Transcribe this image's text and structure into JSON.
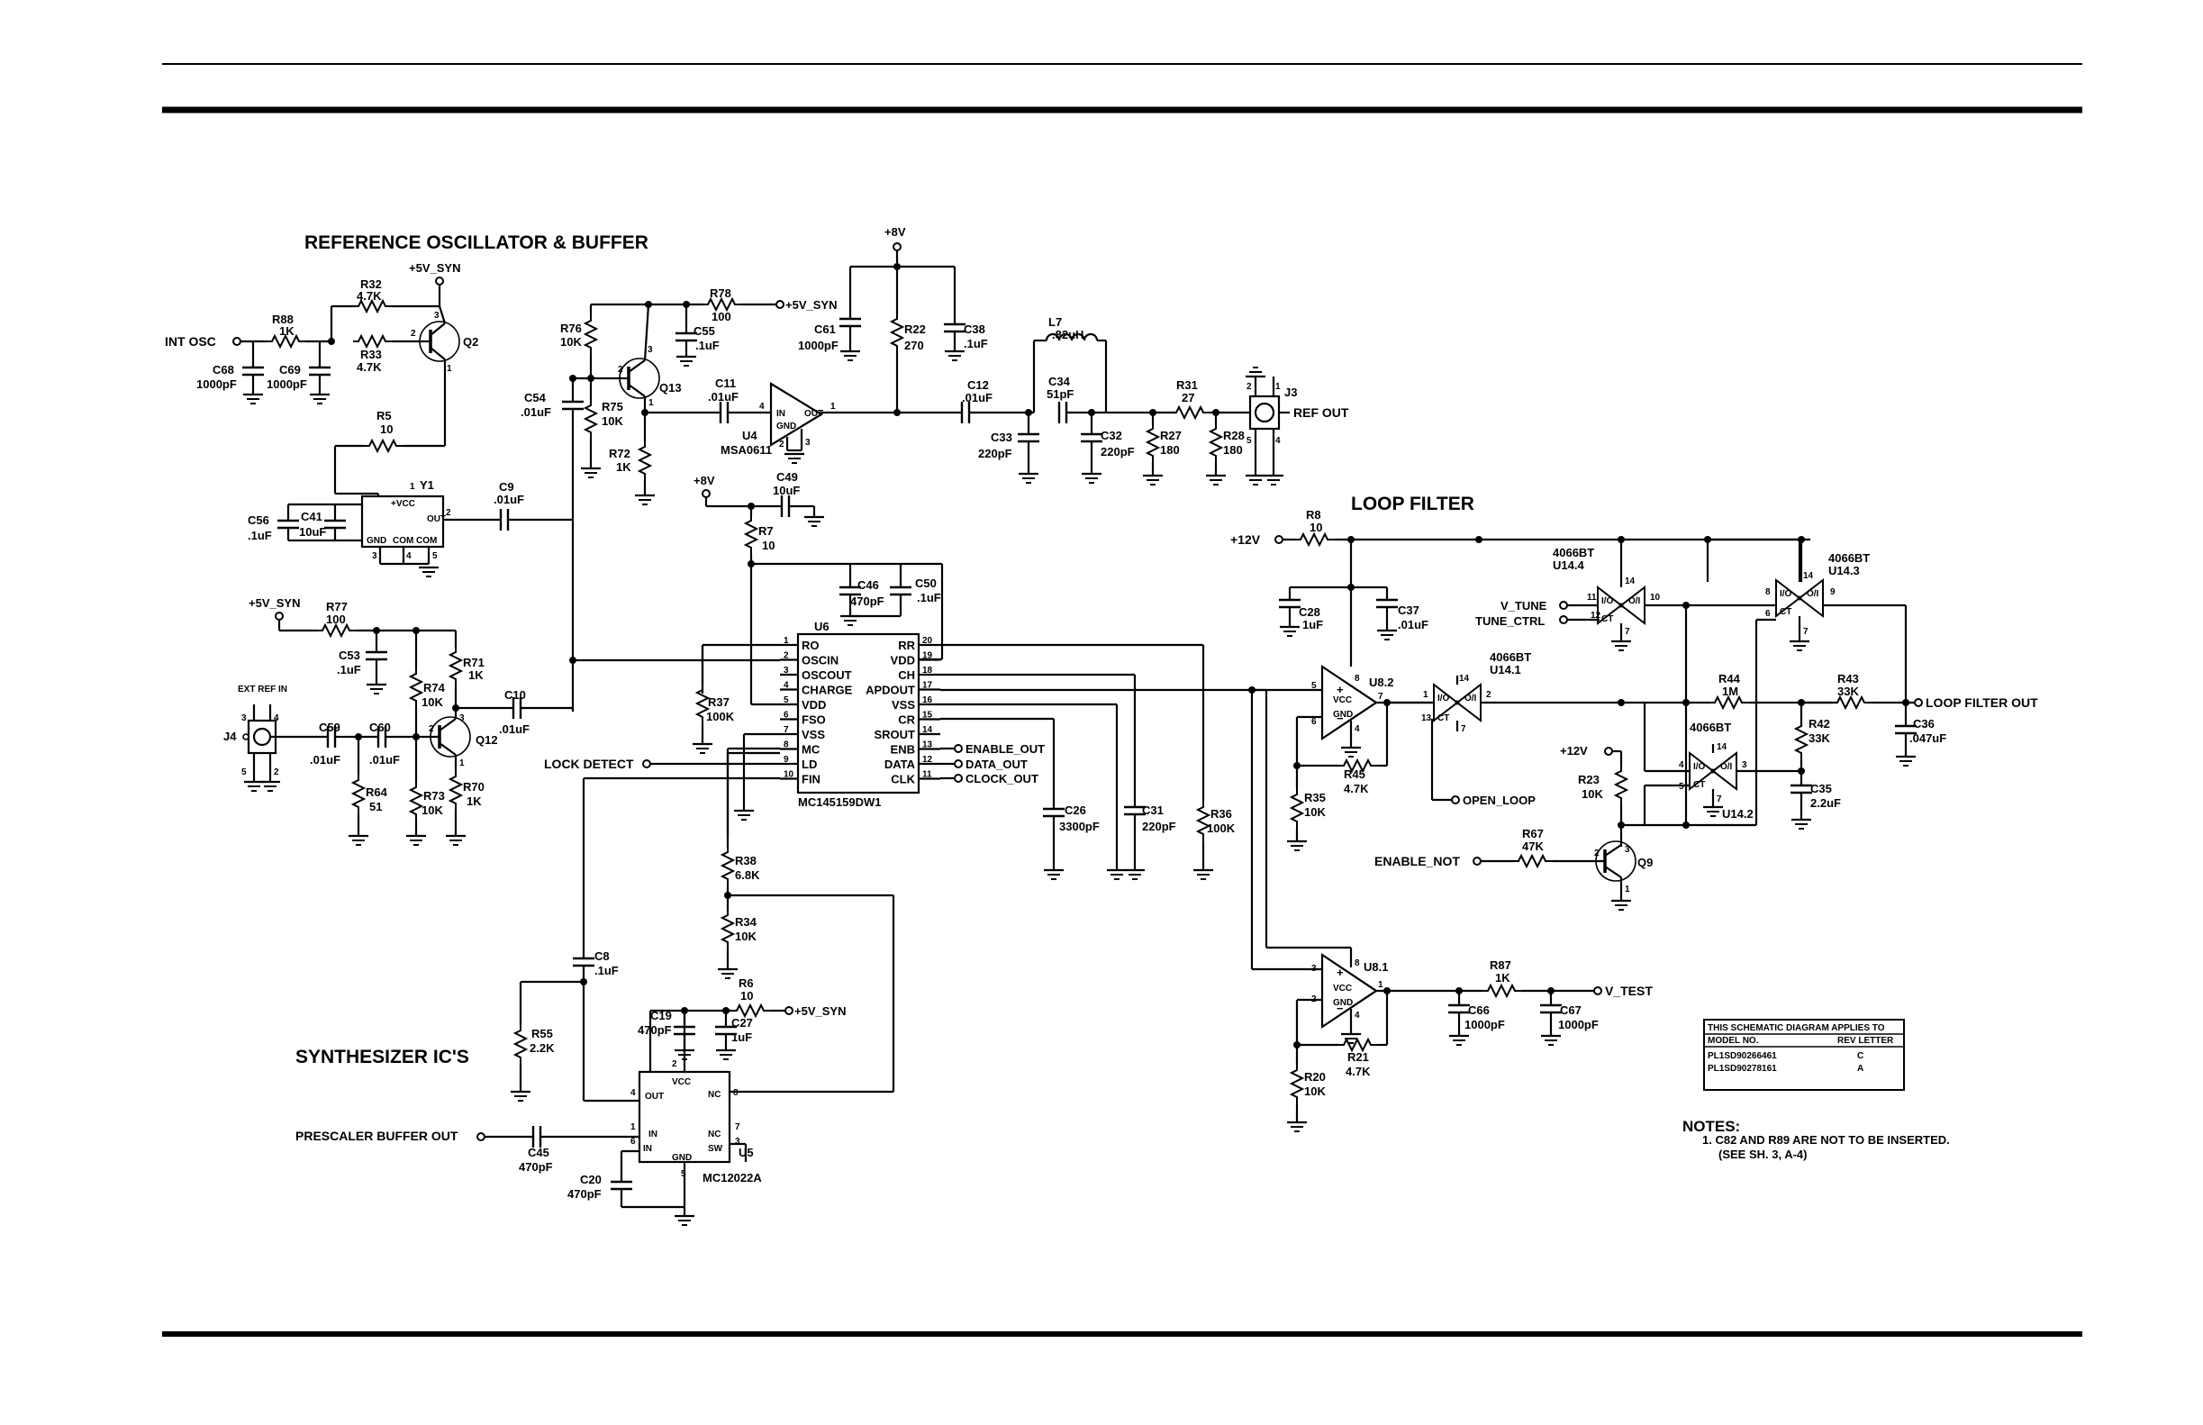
{
  "sections": {
    "ref_osc": "REFERENCE OSCILLATOR & BUFFER",
    "loop_filter": "LOOP FILTER",
    "synth": "SYNTHESIZER IC'S"
  },
  "nets": {
    "int_osc": "INT OSC",
    "p5v_syn_q2": "+5V_SYN",
    "p5v_syn_r78": "+5V_SYN",
    "p5v_syn_r77": "+5V_SYN",
    "p5v_syn_r6": "+5V_SYN",
    "p8v_top": "+8V",
    "p8v_r7": "+8V",
    "p12v_r8": "+12V",
    "p12v_r23": "+12V",
    "ref_out": "REF OUT",
    "ext_ref_in": "EXT REF IN",
    "lock_detect": "LOCK DETECT",
    "enable_out": "ENABLE_OUT",
    "data_out": "DATA_OUT",
    "clock_out": "CLOCK_OUT",
    "v_tune": "V_TUNE",
    "tune_ctrl": "TUNE_CTRL",
    "open_loop": "OPEN_LOOP",
    "enable_not": "ENABLE_NOT",
    "loop_filter_out": "LOOP FILTER OUT",
    "v_test": "V_TEST",
    "prescaler": "PRESCALER BUFFER OUT"
  },
  "components": {
    "r32": [
      "R32",
      "4.7K"
    ],
    "r88": [
      "R88",
      "1K"
    ],
    "r33": [
      "R33",
      "4.7K"
    ],
    "r5": [
      "R5",
      "10"
    ],
    "c68": [
      "C68",
      "1000pF"
    ],
    "c69": [
      "C69",
      "1000pF"
    ],
    "q2": [
      "Q2",
      ""
    ],
    "c56": [
      "C56",
      ".1uF"
    ],
    "c41": [
      "C41",
      "10uF"
    ],
    "y1": [
      "Y1",
      ""
    ],
    "c9": [
      "C9",
      ".01uF"
    ],
    "r76": [
      "R76",
      "10K"
    ],
    "r75": [
      "R75",
      "10K"
    ],
    "r72": [
      "R72",
      "1K"
    ],
    "q13": [
      "Q13",
      ""
    ],
    "r78": [
      "R78",
      "100"
    ],
    "c55": [
      "C55",
      ".1uF"
    ],
    "c54": [
      "C54",
      ".01uF"
    ],
    "c11": [
      "C11",
      ".01uF"
    ],
    "u4": [
      "U4",
      "MSA0611"
    ],
    "c61": [
      "C61",
      "1000pF"
    ],
    "r22": [
      "R22",
      "270"
    ],
    "c38": [
      "C38",
      ".1uF"
    ],
    "c12": [
      "C12",
      ".01uF"
    ],
    "l7": [
      "L7",
      ".82uH"
    ],
    "c34": [
      "C34",
      "51pF"
    ],
    "c33": [
      "C33",
      "220pF"
    ],
    "c32": [
      "C32",
      "220pF"
    ],
    "r31": [
      "R31",
      "27"
    ],
    "r27": [
      "R27",
      "180"
    ],
    "r28": [
      "R28",
      "180"
    ],
    "j3": [
      "J3",
      ""
    ],
    "r7": [
      "R7",
      "10"
    ],
    "c49": [
      "C49",
      "10uF"
    ],
    "c46": [
      "C46",
      "470pF"
    ],
    "c50": [
      "C50",
      ".1uF"
    ],
    "u6": [
      "U6",
      "MC145159DW1"
    ],
    "r37": [
      "R37",
      "100K"
    ],
    "r77": [
      "R77",
      "100"
    ],
    "c53": [
      "C53",
      ".1uF"
    ],
    "r71": [
      "R71",
      "1K"
    ],
    "r74": [
      "R74",
      "10K"
    ],
    "c10": [
      "C10",
      ".01uF"
    ],
    "q12": [
      "Q12",
      ""
    ],
    "j4": [
      "J4",
      ""
    ],
    "c59": [
      "C59",
      ".01uF"
    ],
    "c60": [
      "C60",
      ".01uF"
    ],
    "r64": [
      "R64",
      "51"
    ],
    "r73": [
      "R73",
      "10K"
    ],
    "r70": [
      "R70",
      "1K"
    ],
    "c26": [
      "C26",
      "3300pF"
    ],
    "c31": [
      "C31",
      "220pF"
    ],
    "r36": [
      "R36",
      "100K"
    ],
    "r38": [
      "R38",
      "6.8K"
    ],
    "r34": [
      "R34",
      "10K"
    ],
    "c8": [
      "C8",
      ".1uF"
    ],
    "r55": [
      "R55",
      "2.2K"
    ],
    "r6": [
      "R6",
      "10"
    ],
    "c19": [
      "C19",
      "470pF"
    ],
    "c27": [
      "C27",
      "1uF"
    ],
    "u5": [
      "U5",
      "MC12022A"
    ],
    "c45": [
      "C45",
      "470pF"
    ],
    "c20": [
      "C20",
      "470pF"
    ],
    "r8": [
      "R8",
      "10"
    ],
    "c28": [
      "C28",
      "1uF"
    ],
    "c37": [
      "C37",
      ".01uF"
    ],
    "u8_2": [
      "U8.2",
      ""
    ],
    "r35": [
      "R35",
      "10K"
    ],
    "r45": [
      "R45",
      "4.7K"
    ],
    "u14_1": [
      "U14.1",
      "4066BT"
    ],
    "u14_4": [
      "U14.4",
      "4066BT"
    ],
    "u14_3": [
      "U14.3",
      "4066BT"
    ],
    "u14_2": [
      "U14.2",
      "4066BT"
    ],
    "r44": [
      "R44",
      "1M"
    ],
    "r43": [
      "R43",
      "33K"
    ],
    "r42": [
      "R42",
      "33K"
    ],
    "c36": [
      "C36",
      ".047uF"
    ],
    "c35": [
      "C35",
      "2.2uF"
    ],
    "r23": [
      "R23",
      "10K"
    ],
    "r67": [
      "R67",
      "47K"
    ],
    "q9": [
      "Q9",
      ""
    ],
    "u8_1": [
      "U8.1",
      ""
    ],
    "r87": [
      "R87",
      "1K"
    ],
    "c66": [
      "C66",
      "1000pF"
    ],
    "c67": [
      "C67",
      "1000pF"
    ],
    "r21": [
      "R21",
      "4.7K"
    ],
    "r20": [
      "R20",
      "10K"
    ]
  },
  "u6_pins_left": [
    [
      "1",
      "RO"
    ],
    [
      "2",
      "OSCIN"
    ],
    [
      "3",
      "OSCOUT"
    ],
    [
      "4",
      "CHARGE"
    ],
    [
      "5",
      "VDD"
    ],
    [
      "6",
      "FSO"
    ],
    [
      "7",
      "VSS"
    ],
    [
      "8",
      "MC"
    ],
    [
      "9",
      "LD"
    ],
    [
      "10",
      "FIN"
    ]
  ],
  "u6_pins_right": [
    [
      "20",
      "RR"
    ],
    [
      "19",
      "VDD"
    ],
    [
      "18",
      "CH"
    ],
    [
      "17",
      "APDOUT"
    ],
    [
      "16",
      "VSS"
    ],
    [
      "15",
      "CR"
    ],
    [
      "14",
      "SROUT"
    ],
    [
      "13",
      "ENB"
    ],
    [
      "12",
      "DATA"
    ],
    [
      "11",
      "CLK"
    ]
  ],
  "applies_table": {
    "title": "THIS SCHEMATIC DIAGRAM APPLIES TO",
    "col1": "MODEL NO.",
    "col2": "REV LETTER",
    "rows": [
      [
        "PL1SD90266461",
        "C"
      ],
      [
        "PL1SD90278161",
        "A"
      ]
    ]
  },
  "notes": {
    "title": "NOTES:",
    "line1": "1. C82 AND R89 ARE NOT TO BE INSERTED.",
    "line2": "(SEE SH. 3, A-4)"
  }
}
